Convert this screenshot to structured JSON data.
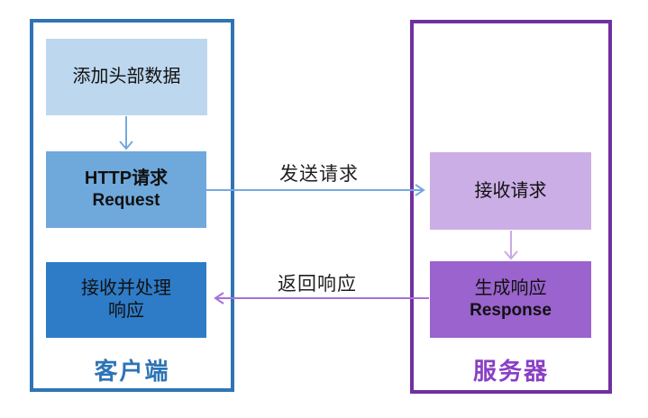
{
  "client": {
    "label": "客户端",
    "box_add_header": "添加头部数据",
    "box_http_request": {
      "line1": "HTTP请求",
      "line2": "Request"
    },
    "box_receive_process": {
      "line1": "接收并处理",
      "line2": "响应"
    }
  },
  "server": {
    "label": "服务器",
    "box_receive_request": "接收请求",
    "box_generate_response": {
      "line1": "生成响应",
      "line2": "Response"
    }
  },
  "arrows": {
    "send_request_label": "发送请求",
    "return_response_label": "返回响应"
  },
  "colors": {
    "client_border": "#2E74B5",
    "server_border": "#7030A0",
    "client_label_text": "#2E74B5",
    "server_label_text": "#8A3FC4",
    "box_light_blue": "#BDD7EE",
    "box_medium_blue": "#6FA9DC",
    "box_dark_blue": "#2E7CC7",
    "box_light_purple": "#CBAEE6",
    "box_dark_purple": "#9A63CD",
    "arrow_blue": "#74A9DE",
    "arrow_light_purple": "#C9A8E8",
    "arrow_purple": "#A472D9"
  }
}
